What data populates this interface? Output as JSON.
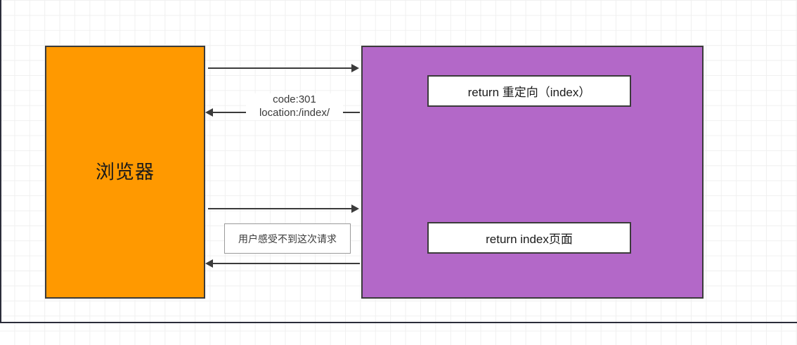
{
  "diagram": {
    "title": "HTTP 301 redirect sequence diagram",
    "colors": {
      "browser_fill": "#ff9900",
      "server_fill": "#b368c8",
      "box_stroke": "#3b3b3b",
      "grid_line": "#f0f0f0",
      "panel_edge": "#2b2d3a",
      "white_fill": "#ffffff"
    },
    "nodes": {
      "browser": {
        "label": "浏览器"
      },
      "server": {
        "label": ""
      }
    },
    "server_items": [
      {
        "label": "return 重定向（index）"
      },
      {
        "label": "return index页面"
      }
    ],
    "edges": [
      {
        "direction": "right",
        "label": ""
      },
      {
        "direction": "left",
        "label_line1": "code:301",
        "label_line2": "location:/index/"
      },
      {
        "direction": "right",
        "label": ""
      },
      {
        "direction": "left",
        "label": "用户感受不到这次请求"
      }
    ]
  }
}
